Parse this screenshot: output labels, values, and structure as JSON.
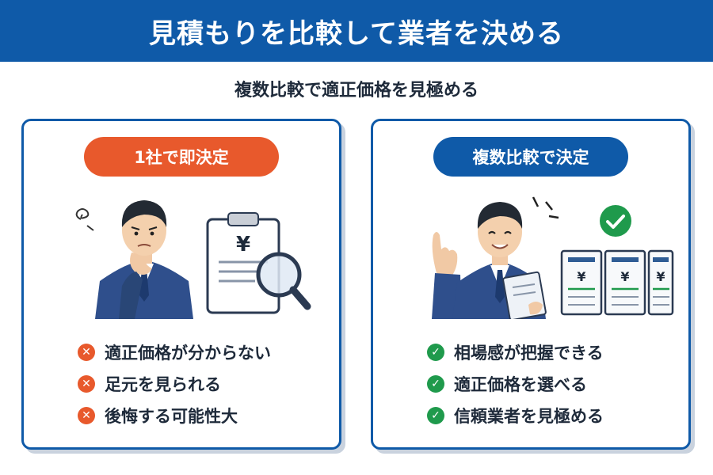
{
  "header": {
    "title": "見積もりを比較して業者を決める"
  },
  "subtitle": "複数比較で適正価格を見極める",
  "left_card": {
    "label": "1社で即決定",
    "yen": "¥",
    "items": [
      "適正価格が分からない",
      "足元を見られる",
      "後悔する可能性大"
    ]
  },
  "right_card": {
    "label": "複数比較で決定",
    "yen": "¥",
    "items": [
      "相場感が把握できる",
      "適正価格を選べる",
      "信頼業者を見極める"
    ]
  },
  "colors": {
    "brand_blue": "#0f5aa8",
    "warning_orange": "#e8592c",
    "ok_green": "#1f9a4c"
  },
  "icons": {
    "negative": "cross-circle-icon",
    "positive": "check-circle-icon"
  }
}
